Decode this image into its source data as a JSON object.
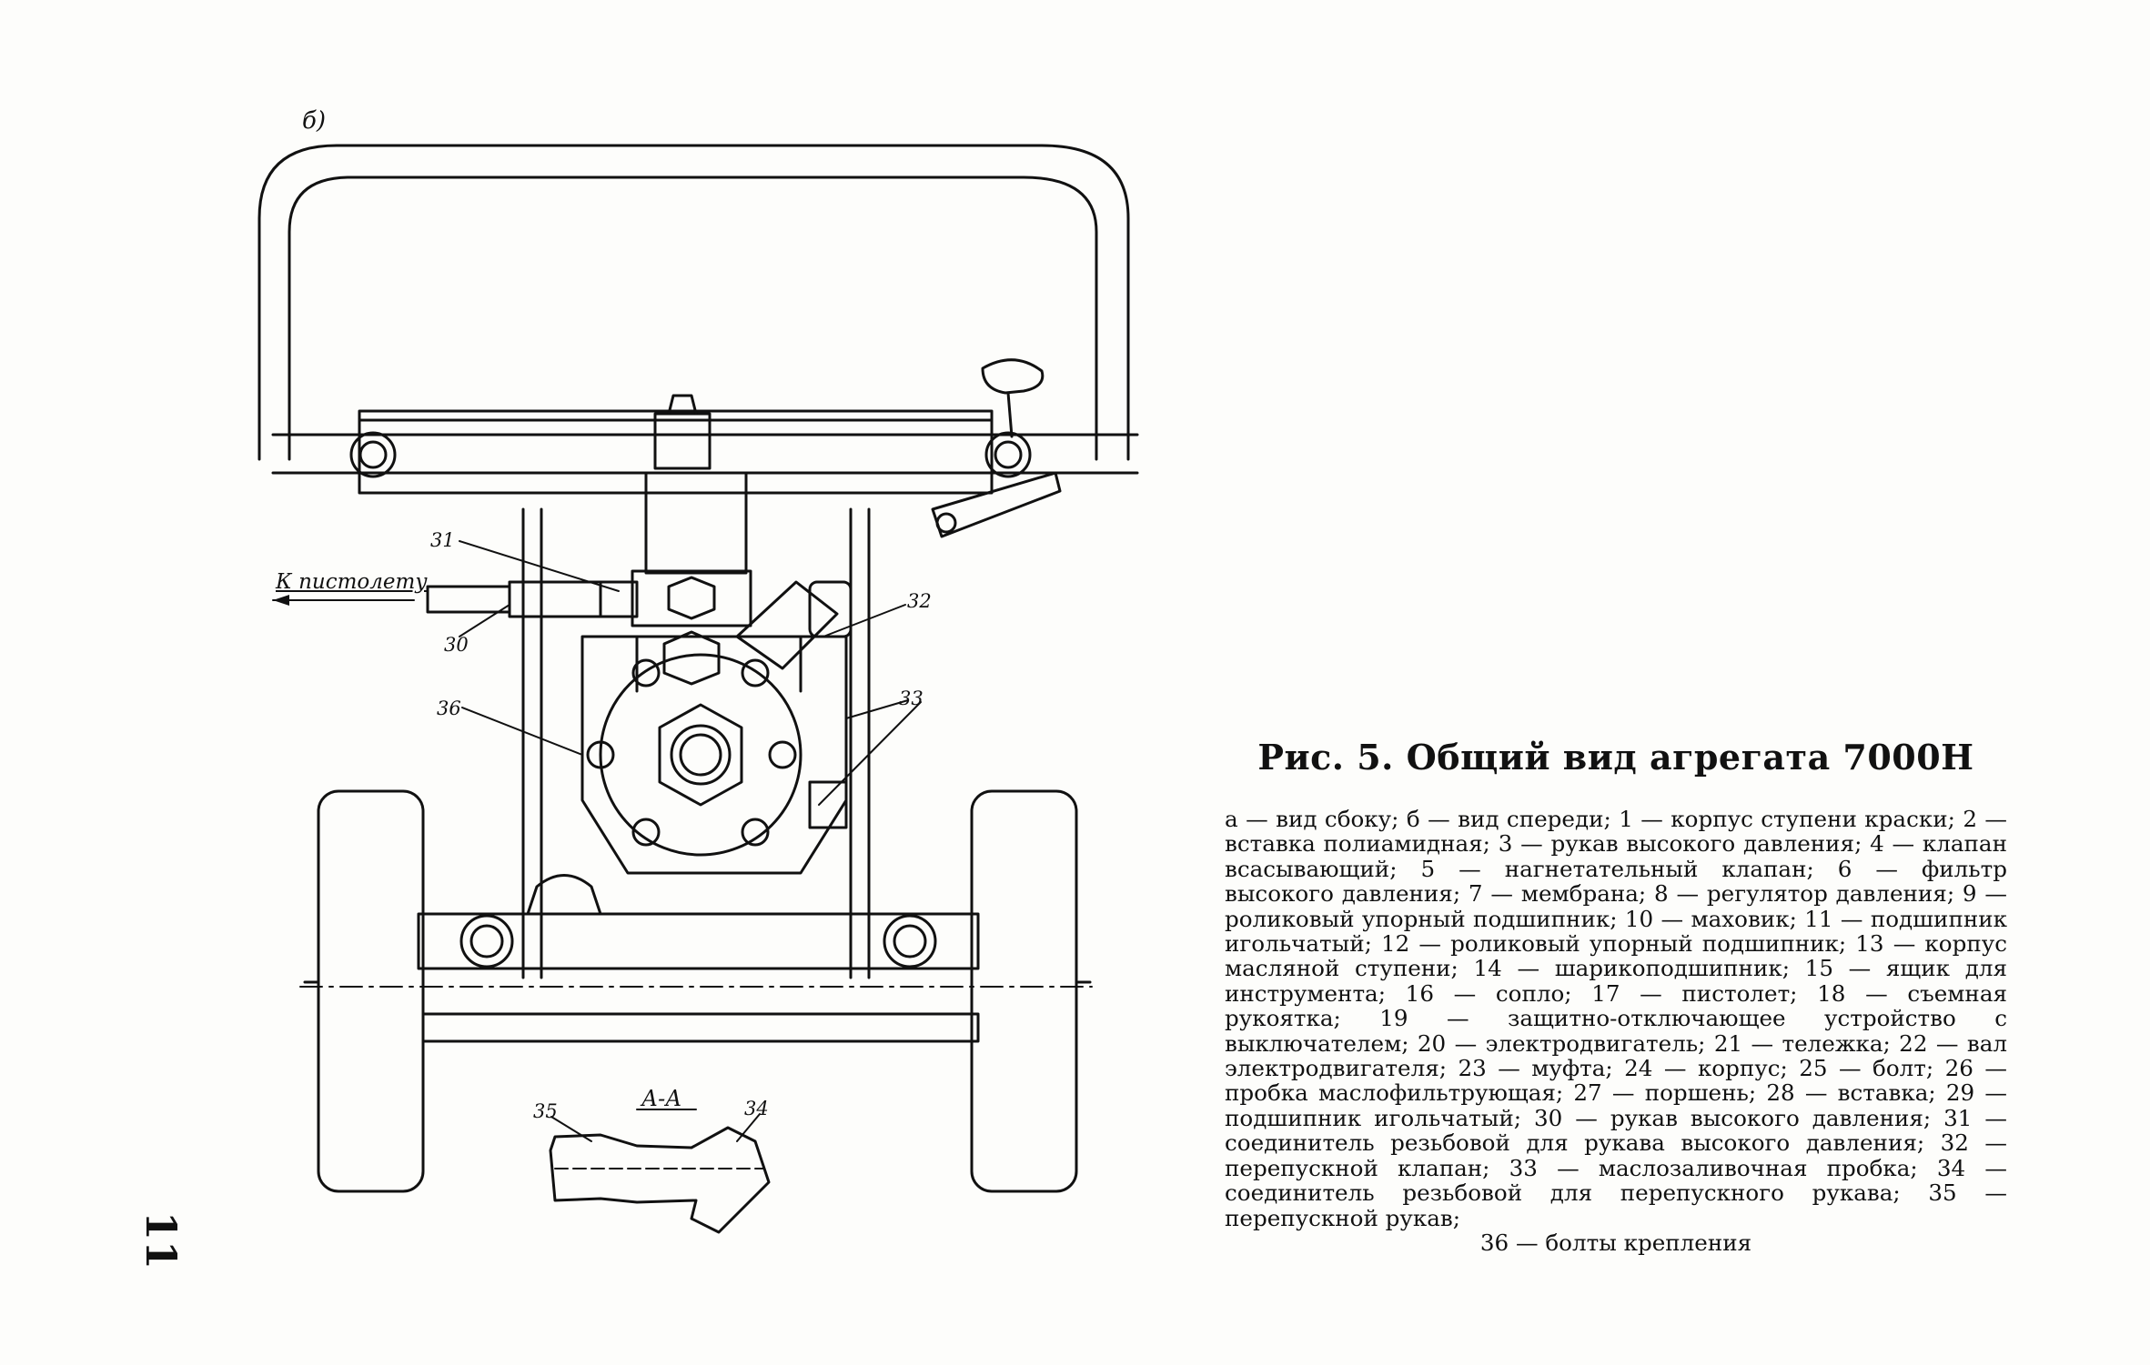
{
  "figure": {
    "view_label": "б)",
    "to_pistol_label": "К пистолету",
    "section_label": "А-А",
    "callouts": {
      "n31": "31",
      "n30": "30",
      "n36": "36",
      "n32": "32",
      "n33": "33",
      "n35": "35",
      "n34": "34"
    }
  },
  "page_number": "11",
  "caption": {
    "title": "Рис. 5. Общий вид агрегата 7000Н",
    "body": "а — вид сбоку; б — вид спереди; 1 — корпус ступени краски; 2 — вставка полиамидная; 3 — рукав высокого давления; 4 — клапан всасывающий; 5 — нагнетательный клапан; 6 — фильтр высокого давления; 7 — мембрана; 8 — регулятор давления; 9 — роликовый упорный подшипник; 10 — маховик; 11 — подшипник игольчатый; 12 — роликовый упорный подшипник; 13 — корпус масляной ступени; 14 — шарикоподшипник; 15 — ящик для инструмента; 16 — сопло; 17 — пистолет; 18 — съемная рукоятка; 19 — защитно-отключающее устройство с выключателем; 20 — электродвигатель; 21 — тележка; 22 — вал электродвигателя; 23 — муфта; 24 — корпус; 25 — болт; 26 — пробка маслофильтрующая; 27 — поршень; 28 — вставка; 29 — подшипник игольчатый; 30 — рукав высокого давления; 31 — соединитель резьбовой для рукава высокого давления; 32 — перепускной клапан; 33 — маслозаливочная пробка; 34 — соединитель резьбовой для перепускного рукава; 35 — перепускной рукав;",
    "last_line": "36 — болты крепления"
  }
}
